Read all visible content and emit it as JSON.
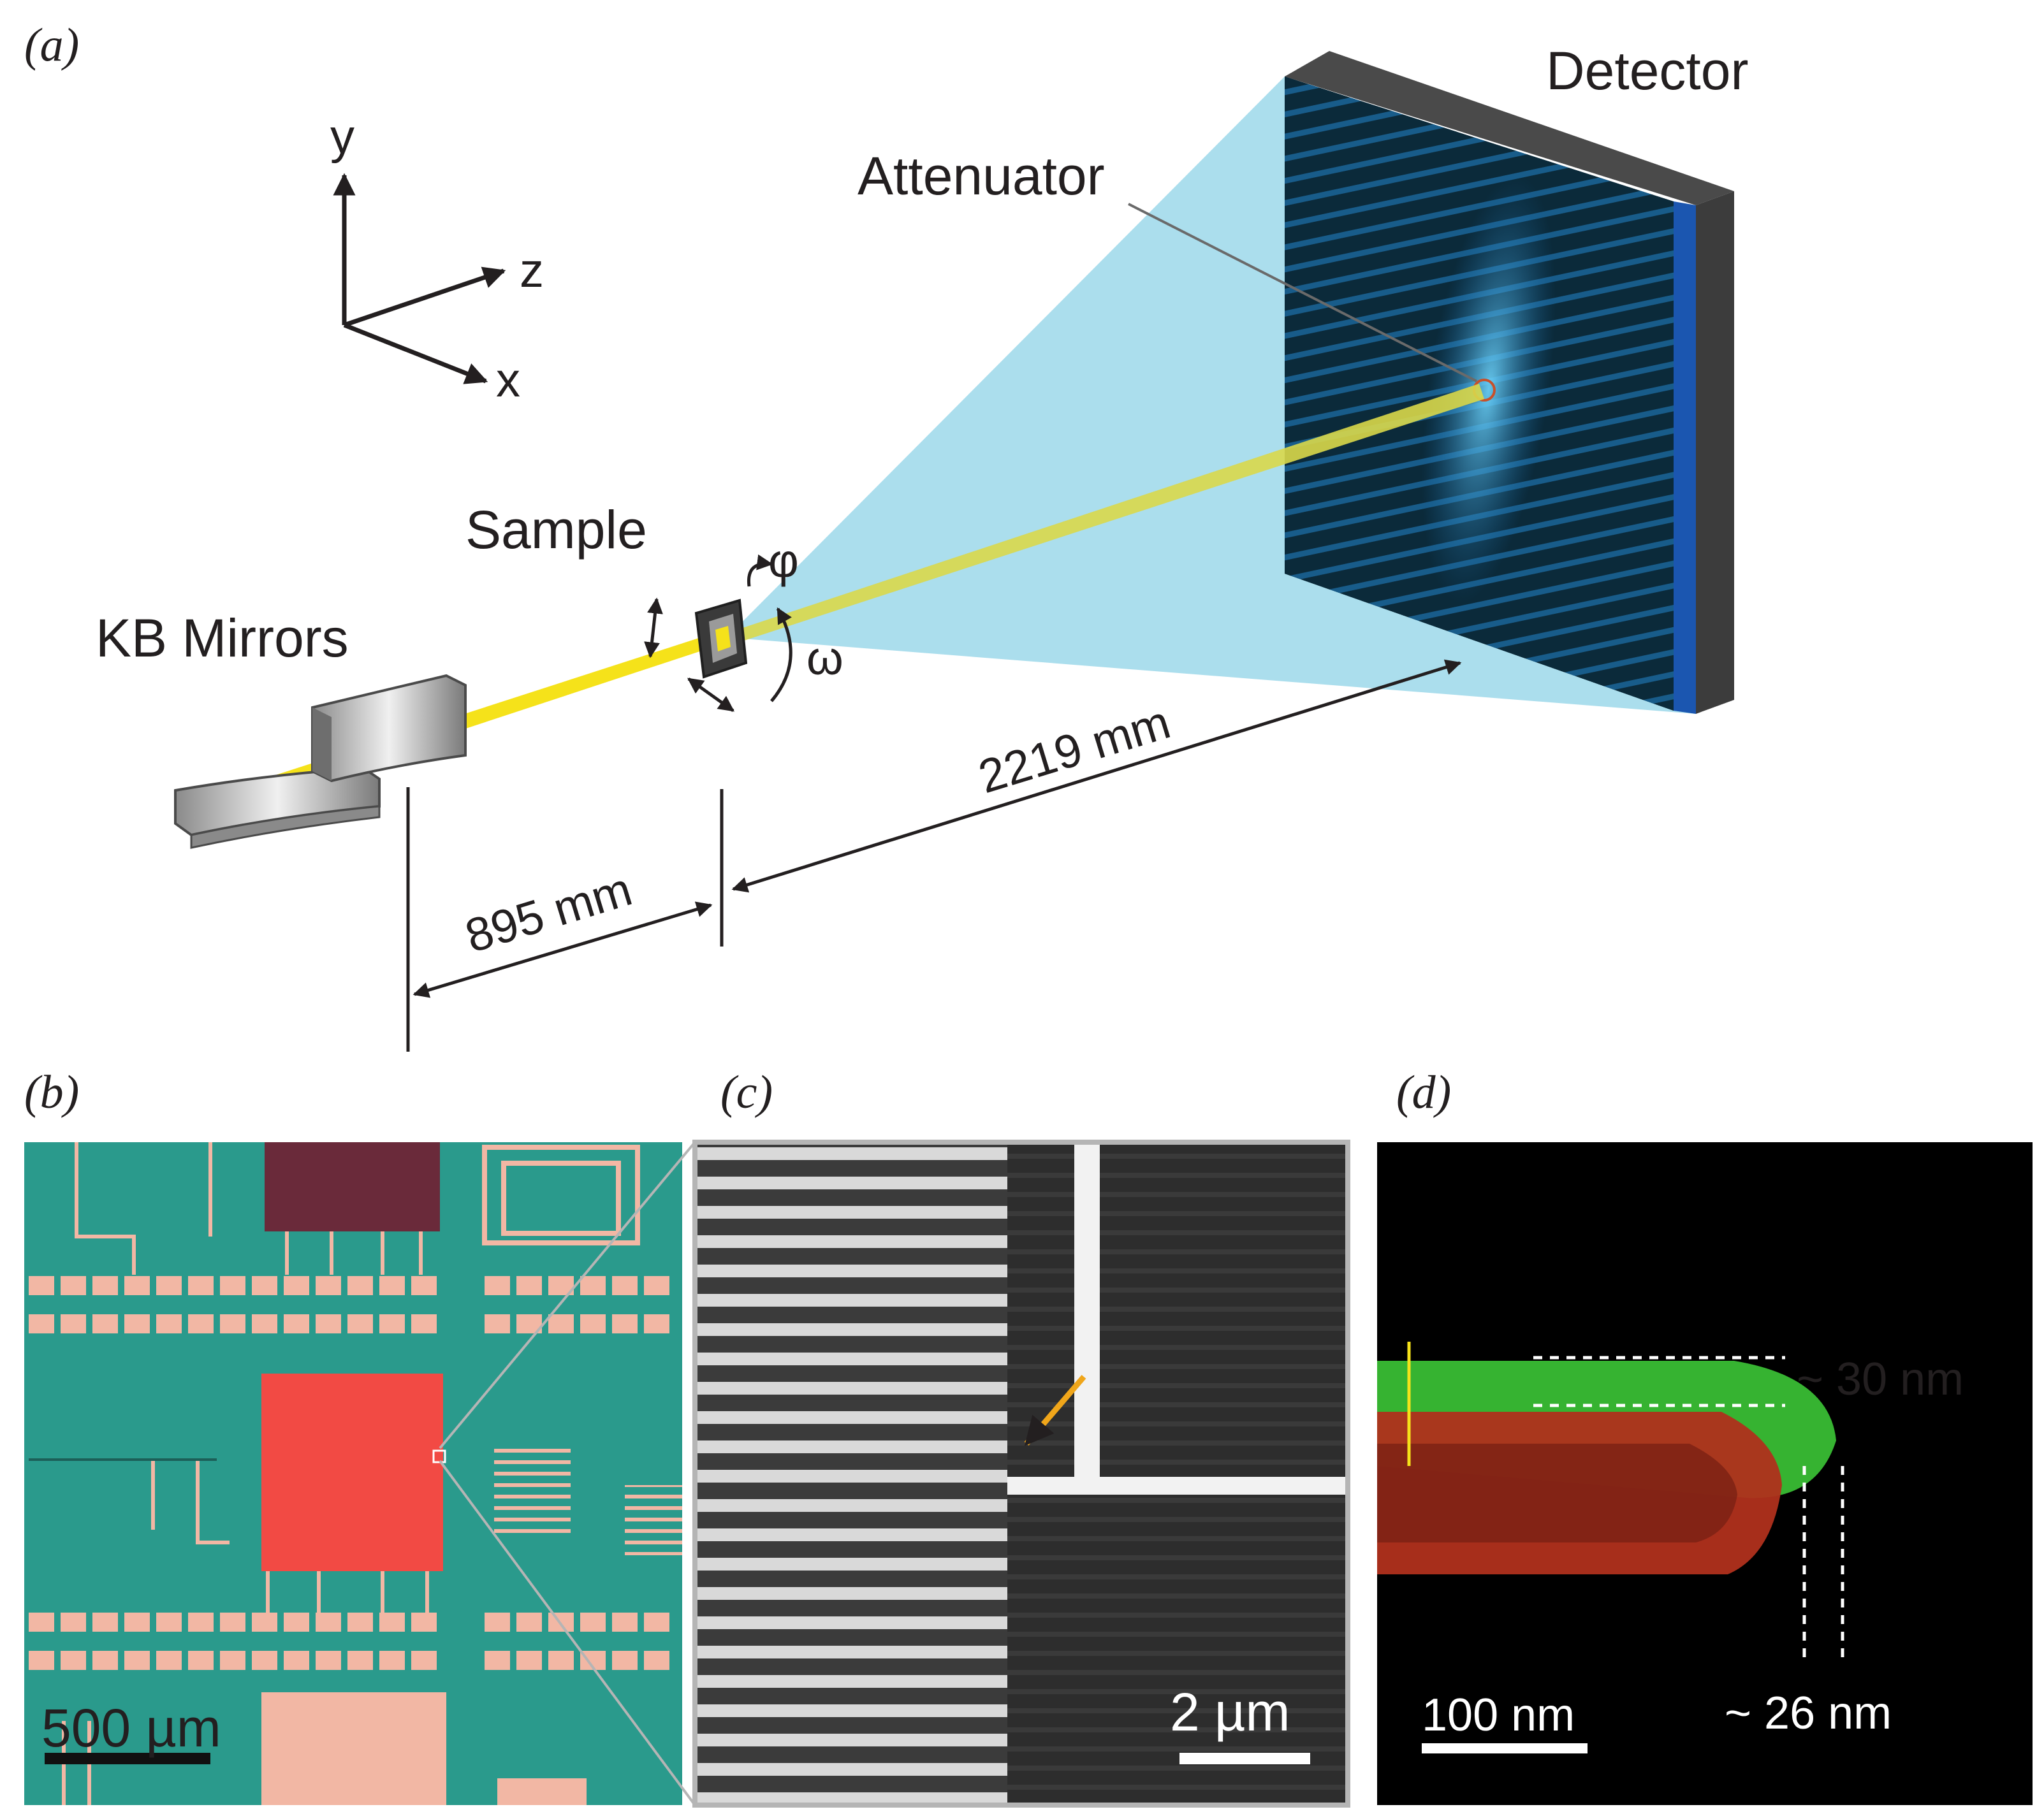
{
  "panels": {
    "a": "(a)",
    "b": "(b)",
    "c": "(c)",
    "d": "(d)"
  },
  "setup": {
    "axes": {
      "y": "y",
      "z": "z",
      "x": "x"
    },
    "detector": "Detector",
    "attenuator": "Attenuator",
    "sample": "Sample",
    "kb_mirrors": "KB Mirrors",
    "phi": "φ",
    "omega": "ω",
    "dist_sample_detector": "2219 mm",
    "dist_mirrors_sample": "895 mm"
  },
  "micrograph_b": {
    "scale": "500 µm"
  },
  "micrograph_c": {
    "scale": "2 µm"
  },
  "reconstruction_d": {
    "scale": "100 nm",
    "thickness": "~ 30 nm",
    "offset": "~ 26 nm"
  },
  "colors": {
    "beam": "#f5e21a",
    "cone": "#a6dcec",
    "detector_front": "#0b2a3a",
    "detector_edge": "#1b56b0",
    "detector_side": "#3c3c3c",
    "chip_bg": "#2a9a8c",
    "chip_pad": "#f2b7a4",
    "chip_bigpad": "#f24a44",
    "green_layer": "#3fd23a",
    "red_layer": "#b0301c"
  }
}
